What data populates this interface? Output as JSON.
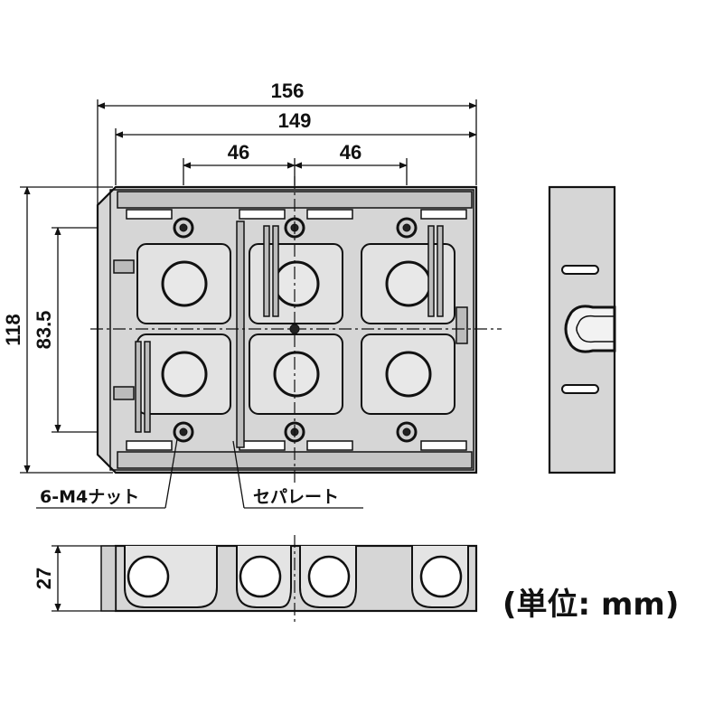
{
  "dimensions": {
    "overall_width": "156",
    "inner_width": "149",
    "pitch_left": "46",
    "pitch_right": "46",
    "overall_height": "118",
    "mount_height": "83.5",
    "depth": "27"
  },
  "labels": {
    "nut": "6-M4ナット",
    "separator": "セパレート"
  },
  "unit": "(単位: mm)"
}
